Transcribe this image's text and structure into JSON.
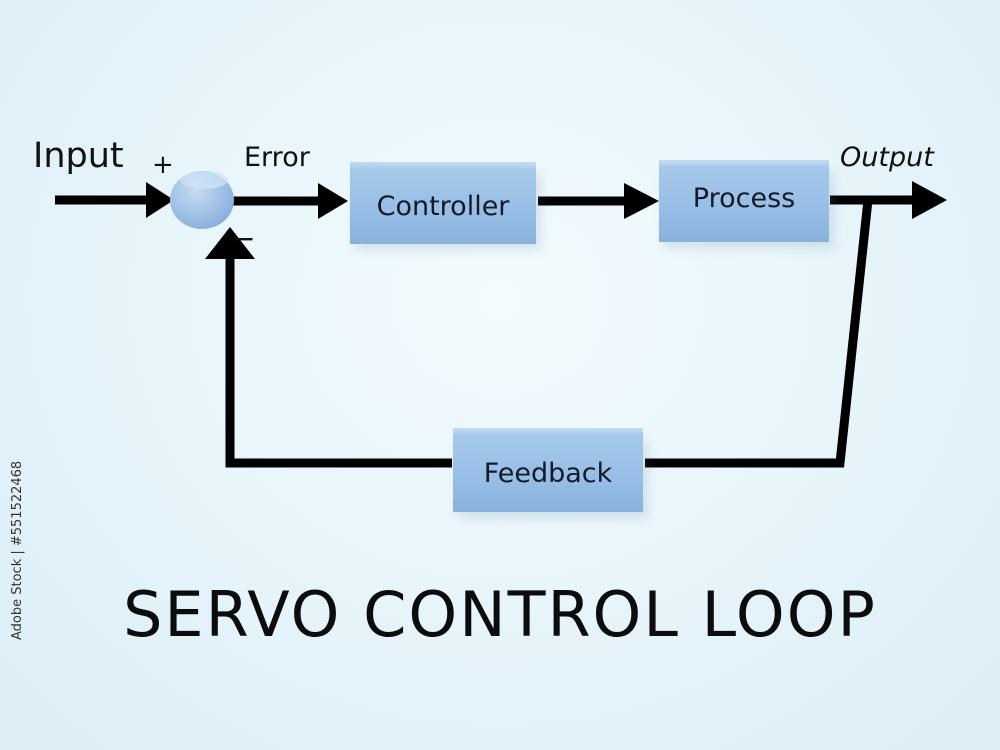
{
  "diagram": {
    "input_label": "Input",
    "plus_sign": "+",
    "minus_sign": "−",
    "error_label": "Error",
    "output_label": "Output",
    "blocks": {
      "controller": "Controller",
      "process": "Process",
      "feedback": "Feedback"
    },
    "block_color": "#97bfe7",
    "line_color": "#000000"
  },
  "title": "SERVO CONTROL LOOP",
  "watermark": "Adobe Stock | #551522468"
}
